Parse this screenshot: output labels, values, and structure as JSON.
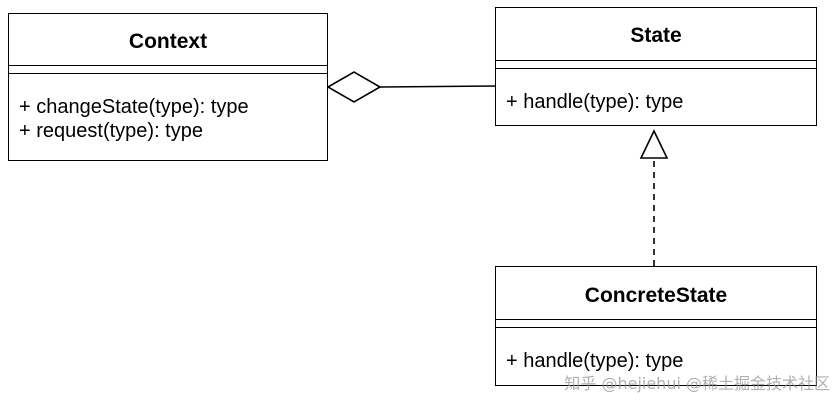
{
  "diagram": {
    "classes": {
      "context": {
        "name": "Context",
        "methods": [
          "+ changeState(type): type",
          "+ request(type): type"
        ]
      },
      "state": {
        "name": "State",
        "methods": [
          "+ handle(type): type"
        ]
      },
      "concrete_state": {
        "name": "ConcreteState",
        "methods": [
          "+ handle(type): type"
        ]
      }
    },
    "relations": [
      {
        "type": "aggregation",
        "from": "Context",
        "to": "State"
      },
      {
        "type": "realization",
        "from": "ConcreteState",
        "to": "State"
      }
    ]
  },
  "watermark": "知乎 @hejiehui @稀土掘金技术社区"
}
